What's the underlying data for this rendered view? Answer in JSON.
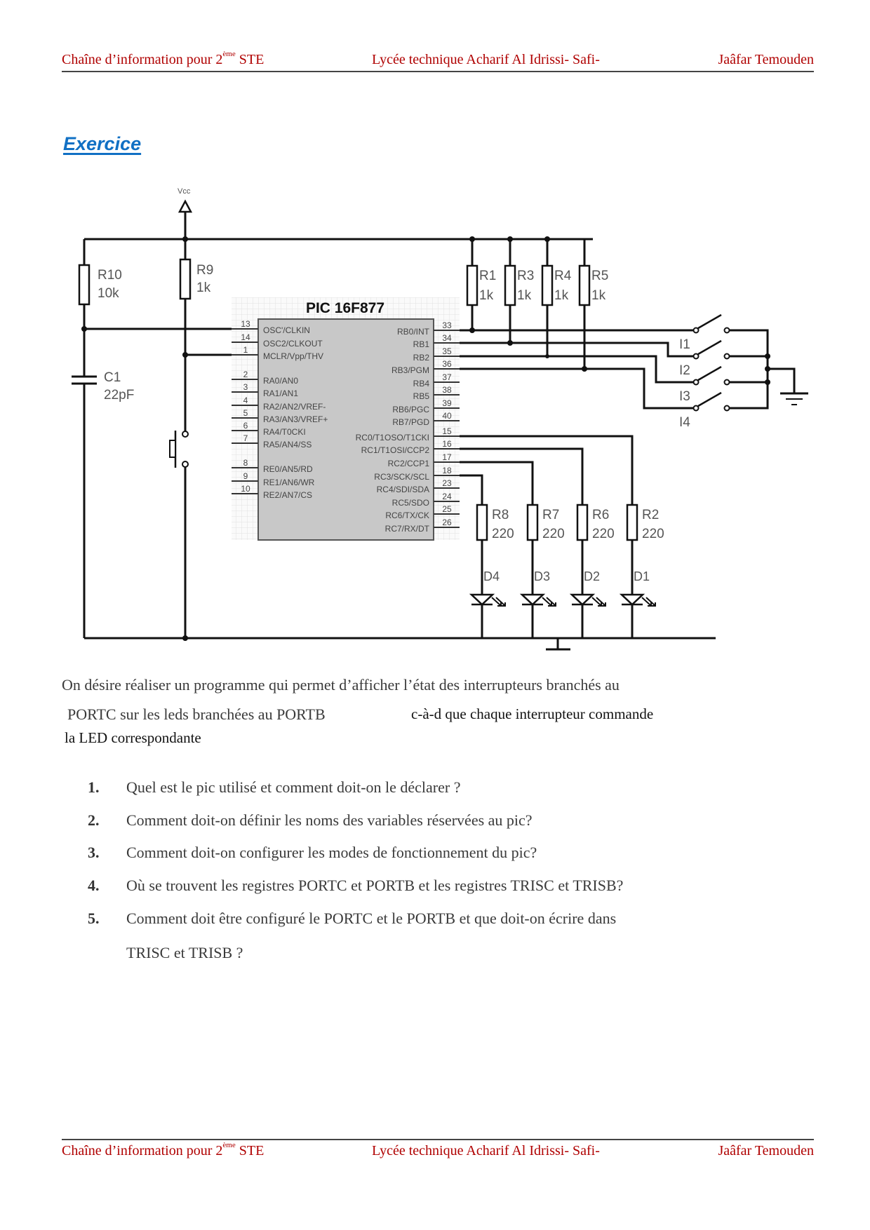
{
  "header": {
    "left_prefix": "Chaîne d’information pour 2",
    "left_sup": "ème",
    "left_suffix": " STE",
    "center": "Lycée technique Acharif Al Idrissi- Safi-",
    "right": "Jaâfar Temouden"
  },
  "footer": {
    "left_prefix": "Chaîne d’information pour 2",
    "left_sup": "ème",
    "left_suffix": " STE",
    "center": "Lycée technique Acharif Al Idrissi- Safi-",
    "right": "Jaâfar Temouden"
  },
  "title": "Exercice",
  "schematic": {
    "vcc": "Vcc",
    "chip": "PIC 16F877",
    "left_pins": [
      {
        "num": "13",
        "name": "OSC'/CLKIN"
      },
      {
        "num": "14",
        "name": "OSC2/CLKOUT"
      },
      {
        "num": "1",
        "name": "MCLR/Vpp/THV"
      },
      {
        "num": "2",
        "name": "RA0/AN0"
      },
      {
        "num": "3",
        "name": "RA1/AN1"
      },
      {
        "num": "4",
        "name": "RA2/AN2/VREF-"
      },
      {
        "num": "5",
        "name": "RA3/AN3/VREF+"
      },
      {
        "num": "6",
        "name": "RA4/T0CKI"
      },
      {
        "num": "7",
        "name": "RA5/AN4/SS"
      },
      {
        "num": "8",
        "name": "RE0/AN5/RD"
      },
      {
        "num": "9",
        "name": "RE1/AN6/WR"
      },
      {
        "num": "10",
        "name": "RE2/AN7/CS"
      }
    ],
    "right_pins": [
      {
        "num": "33",
        "name": "RB0/INT"
      },
      {
        "num": "34",
        "name": "RB1"
      },
      {
        "num": "35",
        "name": "RB2"
      },
      {
        "num": "36",
        "name": "RB3/PGM"
      },
      {
        "num": "37",
        "name": "RB4"
      },
      {
        "num": "38",
        "name": "RB5"
      },
      {
        "num": "39",
        "name": "RB6/PGC"
      },
      {
        "num": "40",
        "name": "RB7/PGD"
      },
      {
        "num": "15",
        "name": "RC0/T1OSO/T1CKI"
      },
      {
        "num": "16",
        "name": "RC1/T1OSI/CCP2"
      },
      {
        "num": "17",
        "name": "RC2/CCP1"
      },
      {
        "num": "18",
        "name": "RC3/SCK/SCL"
      },
      {
        "num": "23",
        "name": "RC4/SDI/SDA"
      },
      {
        "num": "24",
        "name": "RC5/SDO"
      },
      {
        "num": "25",
        "name": "RC6/TX/CK"
      },
      {
        "num": "26",
        "name": "RC7/RX/DT"
      }
    ],
    "r10": {
      "name": "R10",
      "value": "10k"
    },
    "r9": {
      "name": "R9",
      "value": "1k"
    },
    "c1": {
      "name": "C1",
      "value": "22pF"
    },
    "pullups": [
      {
        "name": "R1",
        "value": "1k"
      },
      {
        "name": "R3",
        "value": "1k"
      },
      {
        "name": "R4",
        "value": "1k"
      },
      {
        "name": "R5",
        "value": "1k"
      }
    ],
    "switches": [
      "I1",
      "I2",
      "I3",
      "I4"
    ],
    "led_resistors": [
      {
        "name": "R8",
        "value": "220"
      },
      {
        "name": "R7",
        "value": "220"
      },
      {
        "name": "R6",
        "value": "220"
      },
      {
        "name": "R2",
        "value": "220"
      }
    ],
    "leds": [
      "D4",
      "D3",
      "D2",
      "D1"
    ]
  },
  "intro": {
    "line1": "On désire réaliser un programme qui permet d’afficher l’état des interrupteurs branchés au",
    "line2a": "PORTC sur les leds branchées au PORTB",
    "line2b": "c-à-d que chaque interrupteur commande",
    "line3": "la LED correspondante"
  },
  "questions": [
    {
      "num": "1.",
      "text": "Quel est le pic utilisé et comment doit-on le déclarer ?"
    },
    {
      "num": "2.",
      "text": "Comment doit-on définir les noms des variables  réservées au pic?"
    },
    {
      "num": "3.",
      "text": "Comment doit-on configurer les modes de fonctionnement du pic?"
    },
    {
      "num": "4.",
      "text": "Où se trouvent les registres PORTC et PORTB et les registres TRISC et TRISB?"
    },
    {
      "num": "5.",
      "text": "Comment doit être configuré le PORTC et le PORTB et que doit-on écrire dans"
    },
    {
      "num": "",
      "text": "TRISC et TRISB ?"
    }
  ]
}
